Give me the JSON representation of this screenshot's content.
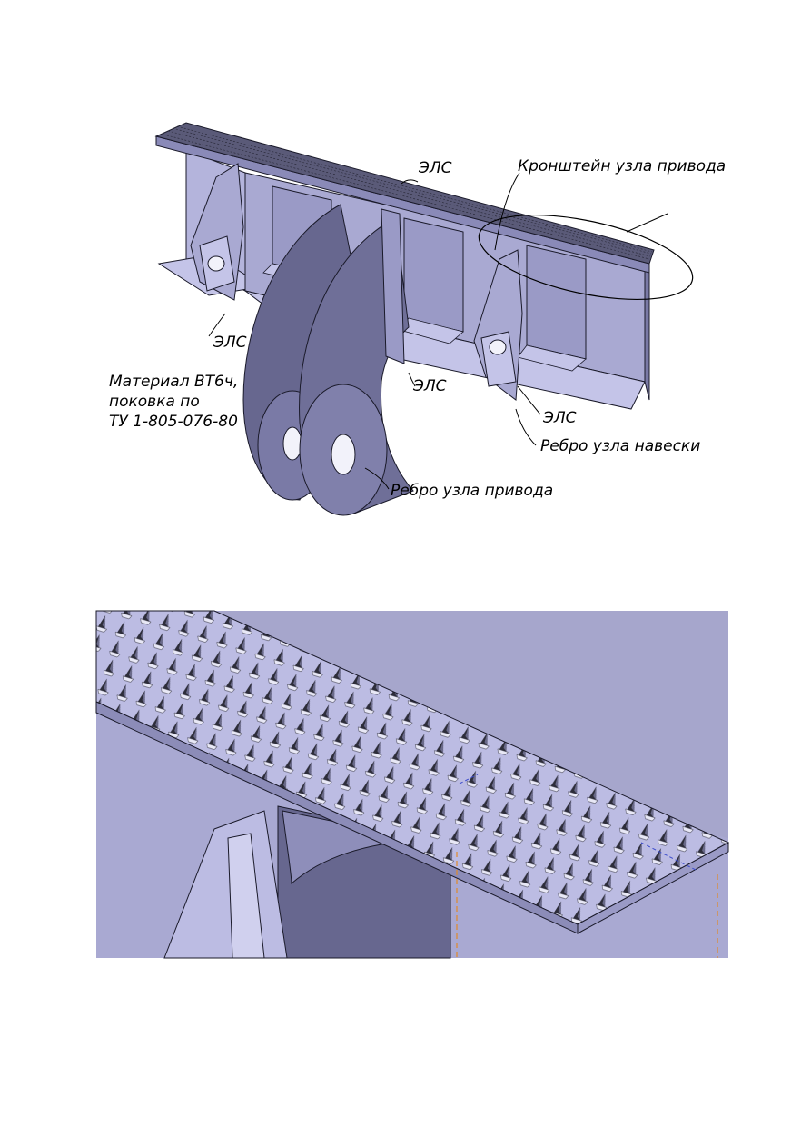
{
  "figure_top": {
    "labels": {
      "els_top": "ЭЛС",
      "els_left": "ЭЛС",
      "els_center": "ЭЛС",
      "els_right": "ЭЛС",
      "bracket": "Кронштейн узла привода",
      "material_line1": "Материал ВТ6ч,",
      "material_line2": "поковка по",
      "material_line3": "ТУ 1-805-076-80",
      "hinge_rib": "Ребро узла навески",
      "drive_rib": "Ребро узла привода"
    }
  },
  "figure_bottom": {},
  "colors": {
    "part_light": "#c4c4e8",
    "part_mid": "#a9a9d2",
    "part_dark": "#7a7aa6",
    "part_deep": "#67678f",
    "edge": "#1a1a2a",
    "pin_dark": "#2d2d3a",
    "weld_line_orange": "#e08a2a",
    "weld_line_blue": "#3a4acc"
  }
}
